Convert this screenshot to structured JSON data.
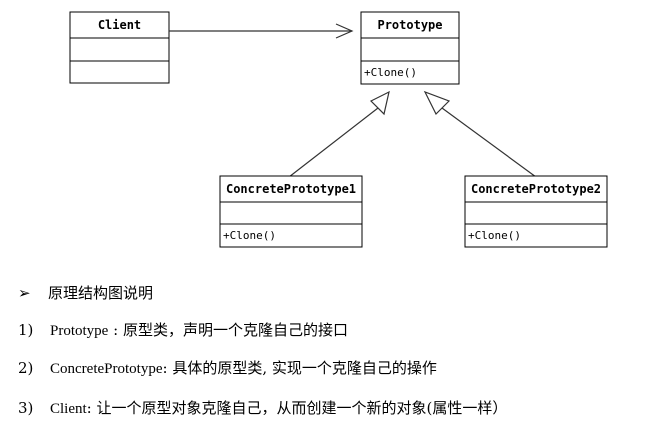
{
  "diagram": {
    "classes": {
      "client": {
        "name": "Client",
        "operation": ""
      },
      "prototype": {
        "name": "Prototype",
        "operation": "+Clone()"
      },
      "concrete1": {
        "name": "ConcretePrototype1",
        "operation": "+Clone()"
      },
      "concrete2": {
        "name": "ConcretePrototype2",
        "operation": "+Clone()"
      }
    }
  },
  "notes": {
    "heading_bullet": "➢",
    "heading": "原理结构图说明",
    "items": [
      {
        "num": "1)",
        "term": "Prototype",
        "sep": " : ",
        "text": "原型类，声明一个克隆自己的接口"
      },
      {
        "num": "2)",
        "term": "ConcretePrototype",
        "sep": ": ",
        "text": "具体的原型类, 实现一个克隆自己的操作"
      },
      {
        "num": "3)",
        "term": "Client",
        "sep": ": ",
        "text": "让一个原型对象克隆自己，从而创建一个新的对象(属性一样）"
      }
    ]
  }
}
